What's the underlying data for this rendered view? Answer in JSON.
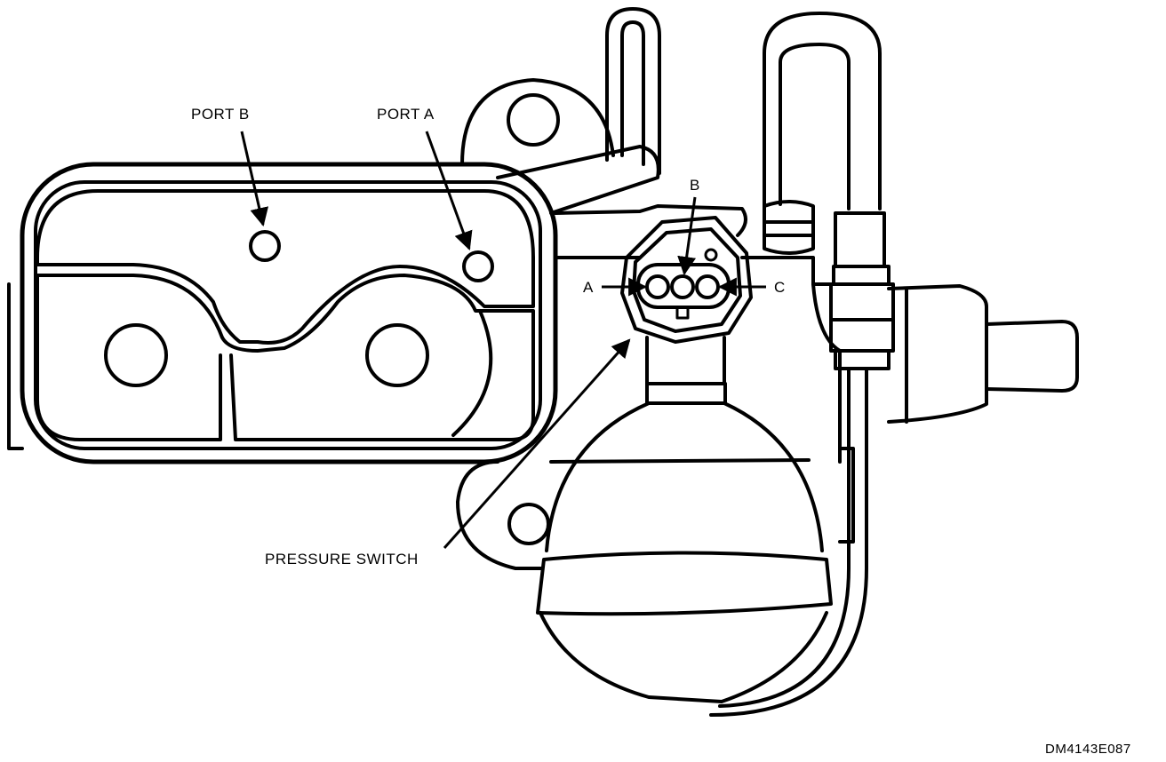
{
  "labels": {
    "port_b": "PORT B",
    "port_a": "PORT A",
    "terminal_a": "A",
    "terminal_b": "B",
    "terminal_c": "C",
    "pressure_switch": "PRESSURE SWITCH",
    "figure_id": "DM4143E087"
  },
  "colors": {
    "line": "#000000",
    "background": "#ffffff"
  }
}
